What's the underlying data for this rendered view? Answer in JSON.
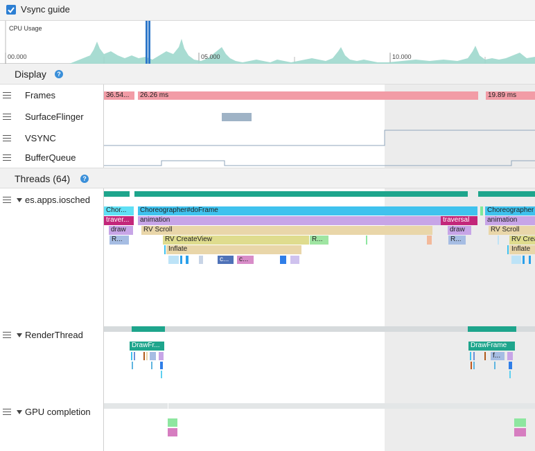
{
  "vsync_guide": {
    "label": "Vsync guide",
    "checked": true
  },
  "cpu_usage": {
    "label": "CPU Usage",
    "ticks": [
      "00.000",
      "05.000",
      "10.000"
    ]
  },
  "display": {
    "title": "Display",
    "rows": [
      "Frames",
      "SurfaceFlinger",
      "VSYNC",
      "BufferQueue"
    ],
    "frames": [
      "36.54...",
      "26.26 ms",
      "19.89 ms"
    ]
  },
  "threads": {
    "title": "Threads (64)",
    "rows": [
      "es.apps.iosched",
      "RenderThread",
      "GPU completion"
    ]
  },
  "main_thread_slices": {
    "row1": [
      "Chor...",
      "Choreographer#doFrame",
      "Choreographer"
    ],
    "row2": [
      "traver...",
      "animation",
      "traversal",
      "animation"
    ],
    "row3": [
      "draw",
      "RV Scroll",
      "draw",
      "RV Scroll"
    ],
    "row4": [
      "R...",
      "RV CreateView",
      "R...",
      "R...",
      "RV Crea"
    ],
    "row5": [
      "Inflate",
      "Inflate"
    ],
    "row6": [
      "c...",
      "c..."
    ]
  },
  "render_thread_slices": {
    "row1": [
      "DrawFr...",
      "DrawFrame"
    ],
    "row2": [
      "f..."
    ]
  },
  "colors": {
    "frames": "#f29ca6",
    "choreographer": "#3fc2ee",
    "animation": "#c7a5e7",
    "traversal": "#c3267a",
    "rv_scroll": "#e9d6a9",
    "rv_createview": "#dfdc8e",
    "thread_state": "#1ea58c",
    "selection": "#ececec"
  }
}
